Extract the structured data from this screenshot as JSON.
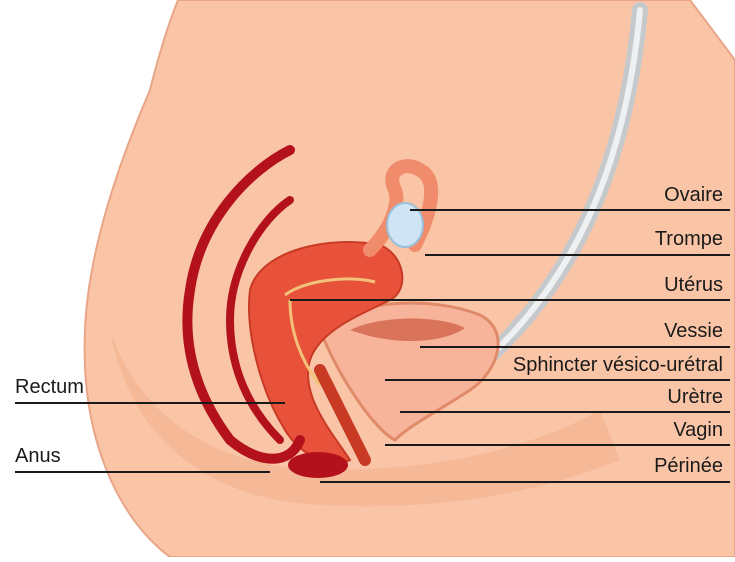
{
  "labels": {
    "ovaire": "Ovaire",
    "trompe": "Trompe",
    "uterus": "Utérus",
    "vessie": "Vessie",
    "sphincter": "Sphincter vésico-urétral",
    "uretre": "Urètre",
    "vagin": "Vagin",
    "perinee": "Périnée",
    "rectum": "Rectum",
    "anus": "Anus"
  },
  "colors": {
    "skin": "#f9c5a6",
    "skin_outline": "#e9a587",
    "pelvic_floor": "#f3b08f",
    "rectum": "#b3121c",
    "uterus": "#e8513a",
    "uterus_light": "#f08b6b",
    "bladder": "#f7b49b",
    "ovary": "#cfe4f5",
    "spine": "#c6c9cc",
    "leader_line": "#1a1a1a"
  }
}
